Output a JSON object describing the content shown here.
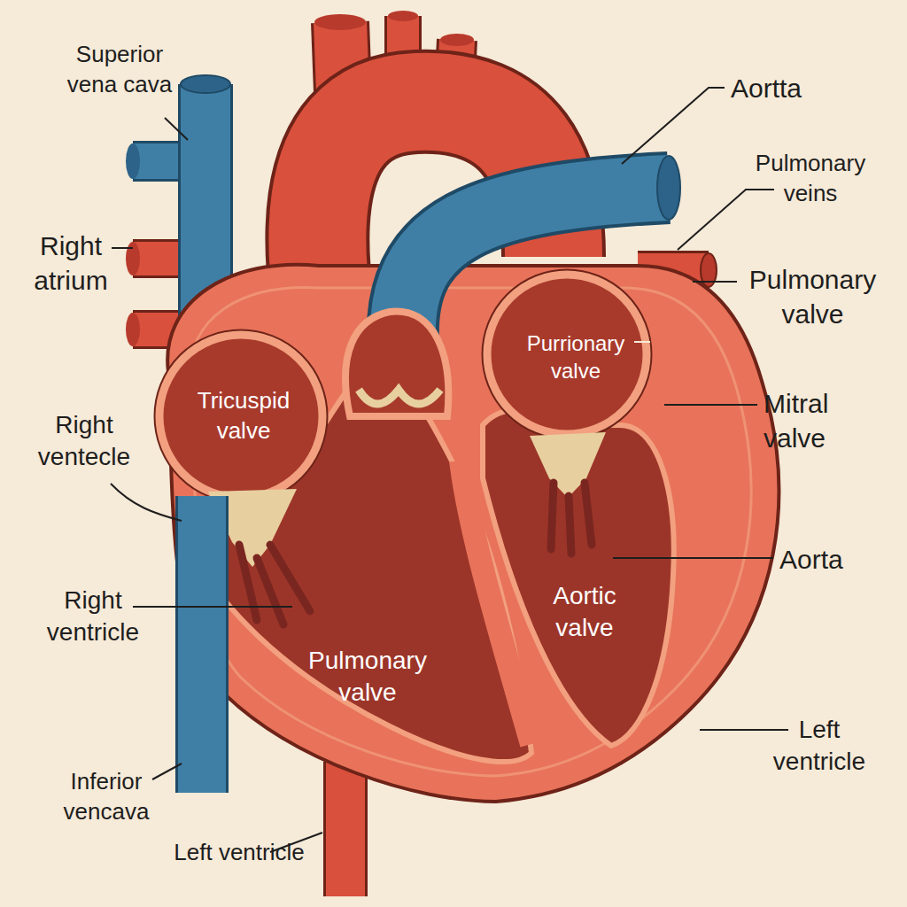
{
  "diagram": {
    "labels": [
      "Superior vena cava",
      "Aortta",
      "Pulmonary veins",
      "Right atrium",
      "Pulmonary valve",
      "Purrionary valve",
      "Tricuspid valve",
      "Mitral valve",
      "Right ventecle",
      "Aorta",
      "Aortic valve",
      "Right ventricle",
      "Pulmonary valve",
      "Left ventricle",
      "Inferior vencava",
      "Left ventricle"
    ]
  }
}
